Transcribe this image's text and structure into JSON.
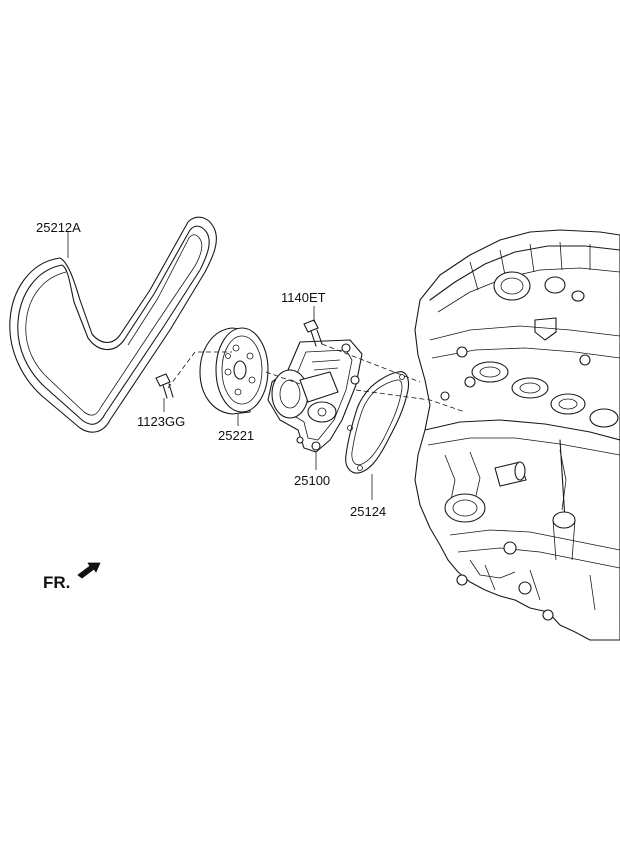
{
  "callouts": {
    "belt": "25212A",
    "bolt_1140": "1140ET",
    "bolt_1123": "1123GG",
    "pulley": "25221",
    "water_pump": "25100",
    "gasket": "25124"
  },
  "front_indicator": "FR.",
  "colors": {
    "line": "#1a1a1a",
    "background": "#ffffff"
  }
}
